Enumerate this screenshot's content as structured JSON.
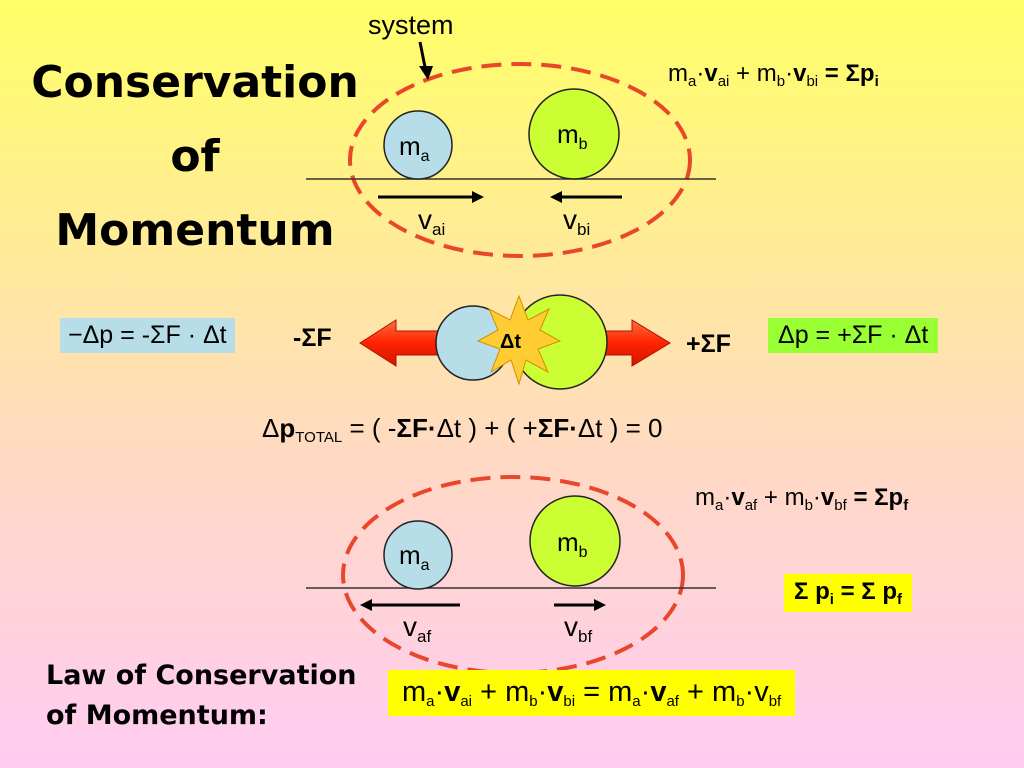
{
  "title": {
    "line1": "Conservation",
    "line2": "of",
    "line3": "Momentum"
  },
  "system_label": "system",
  "before": {
    "eq_ma": "m",
    "eq_ma_sub": "a",
    "dot": "·",
    "eq_va": "v",
    "eq_va_sub": "ai",
    "plus": " + ",
    "eq_mb": "m",
    "eq_mb_sub": "b",
    "eq_vb": "v",
    "eq_vb_sub": "bi",
    "eq_sum": " = Σp",
    "eq_sum_sub": "i",
    "ball_a": "m",
    "ball_a_sub": "a",
    "ball_b": "m",
    "ball_b_sub": "b",
    "vel_a": "v",
    "vel_a_sub": "ai",
    "vel_b": "v",
    "vel_b_sub": "bi"
  },
  "collision": {
    "left_box": "−Δp = -ΣF · Δt",
    "left_force": "-ΣF",
    "burst_label": "Δt",
    "right_force": "+ΣF",
    "right_box": "Δp = +ΣF · Δt",
    "total_delta": "Δ",
    "total_p": "p",
    "total_sub": "TOTAL",
    "total_rest_1": " = ( -",
    "total_f1": "ΣF·",
    "total_rest_2": "Δt ) + ( +",
    "total_f2": "ΣF·",
    "total_rest_3": "Δt ) = 0"
  },
  "after": {
    "eq_ma": "m",
    "eq_ma_sub": "a",
    "dot": "·",
    "eq_va": "v",
    "eq_va_sub": "af",
    "plus": " + ",
    "eq_mb": "m",
    "eq_mb_sub": "b",
    "eq_vb": "v",
    "eq_vb_sub": "bf",
    "eq_sum": " = Σp",
    "eq_sum_sub": "f",
    "ball_a": "m",
    "ball_a_sub": "a",
    "ball_b": "m",
    "ball_b_sub": "b",
    "vel_a": "v",
    "vel_a_sub": "af",
    "vel_b": "v",
    "vel_b_sub": "bf",
    "sum_box_1": "Σ p",
    "sum_box_sub1": "i",
    "sum_box_2": " = Σ p",
    "sum_box_sub2": "f"
  },
  "law": {
    "line1": "Law of Conservation",
    "line2": "of Momentum:",
    "eq_p1": "m",
    "eq_p1_sub": "a",
    "eq_p2": "·",
    "eq_p3": "v",
    "eq_p3_sub": "ai",
    "eq_p4": " + m",
    "eq_p4_sub": "b",
    "eq_p5": "·",
    "eq_p6": "v",
    "eq_p6_sub": "bi",
    "eq_p7": " = m",
    "eq_p7_sub": "a",
    "eq_p8": "·",
    "eq_p9": "v",
    "eq_p9_sub": "af",
    "eq_p10": " + m",
    "eq_p10_sub": "b",
    "eq_p11": "·v",
    "eq_p11_sub": "bf"
  },
  "colors": {
    "ball_a": "#b7dde8",
    "ball_b": "#ccff33",
    "system_dash": "#e8472b",
    "force_arrow": "#ff3300",
    "burst": "#ffcc33",
    "box_blue": "#b7dde8",
    "box_green": "#99ff33",
    "box_yellow": "#ffff00"
  }
}
